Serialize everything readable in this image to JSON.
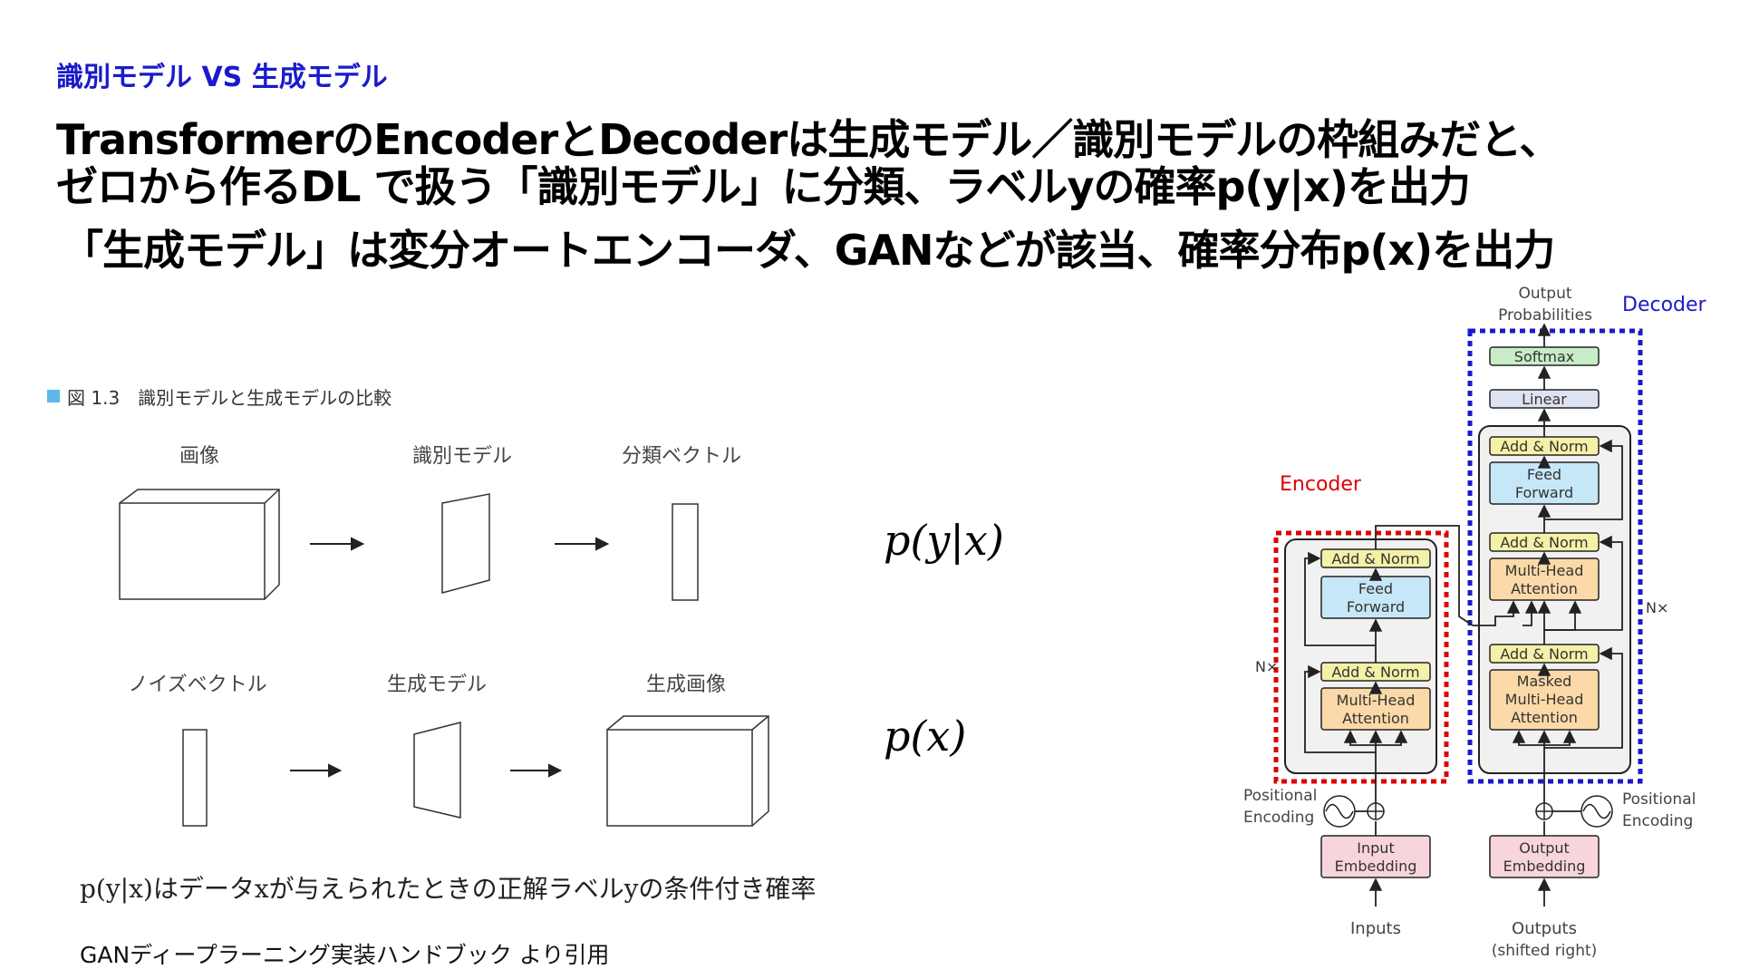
{
  "slide": {
    "subtitle": "識別モデル VS 生成モデル",
    "headline_lines": [
      "TransformerのEncoderとDecoderは生成モデル／識別モデルの枠組みだと、",
      "ゼロから作るDL で扱う「識別モデル」に分類、ラベルyの確率p(y|x)を出力",
      "「生成モデル」は変分オートエンコーダ、GANなどが該当、確率分布p(x)を出力"
    ]
  },
  "left_figure": {
    "caption": "図 1.3　識別モデルと生成モデルの比較",
    "row1": {
      "input_label": "画像",
      "model_label": "識別モデル",
      "output_label": "分類ベクトル",
      "formula": "p(y|x)"
    },
    "row2": {
      "input_label": "ノイズベクトル",
      "model_label": "生成モデル",
      "output_label": "生成画像",
      "formula": "p(x)"
    },
    "note": "p(y|x)はデータxが与えられたときの正解ラベルyの条件付き確率",
    "source": "GANディープラーニング実装ハンドブック より引用"
  },
  "transformer": {
    "decoder_title": "Decoder",
    "encoder_title": "Encoder",
    "output_probabilities": [
      "Output",
      "Probabilities"
    ],
    "softmax": "Softmax",
    "linear": "Linear",
    "add_norm": "Add & Norm",
    "feed_forward": [
      "Feed",
      "Forward"
    ],
    "multi_head": [
      "Multi-Head",
      "Attention"
    ],
    "masked_multi_head": [
      "Masked",
      "Multi-Head",
      "Attention"
    ],
    "nx": "N×",
    "positional_encoding": [
      "Positional",
      "Encoding"
    ],
    "input_embedding": [
      "Input",
      "Embedding"
    ],
    "output_embedding": [
      "Output",
      "Embedding"
    ],
    "inputs": "Inputs",
    "outputs": [
      "Outputs",
      "(shifted right)"
    ],
    "colors": {
      "decoder_border": "#1a1acc",
      "encoder_border": "#dd0000",
      "add_norm": "#f4f1a8",
      "feed_forward": "#c5e7f7",
      "attention": "#fcd9a8",
      "softmax": "#c8ecc8",
      "linear": "#dfe2f2",
      "embedding": "#f8d4dc"
    }
  }
}
